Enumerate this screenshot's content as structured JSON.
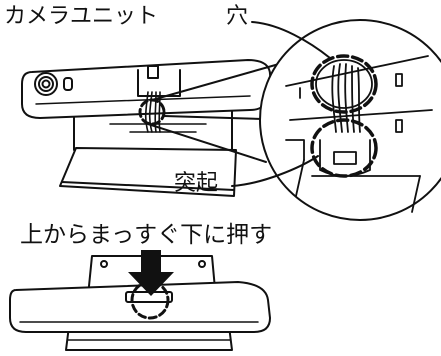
{
  "figure": {
    "labels": {
      "camera_unit": "カメラユニット",
      "hole": "穴",
      "protrusion": "突起",
      "instruction": "上からまっすぐ下に押す"
    },
    "colors": {
      "line": "#111111",
      "fill": "#ffffff",
      "arrow": "#111111"
    }
  }
}
